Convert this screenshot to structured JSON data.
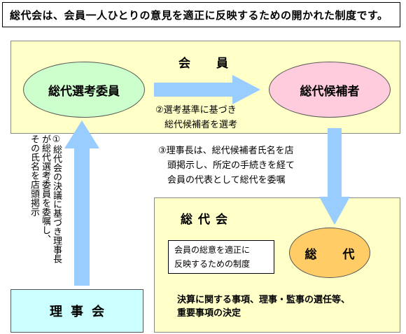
{
  "header": {
    "title": "総代会は、会員一人ひとりの意見を適正に反映するための開かれた制度です。"
  },
  "member_panel": {
    "heading": "会　員",
    "committee_label": "総代選考委員",
    "candidate_label": "総代候補者"
  },
  "notes": {
    "note1": "①総代会の決議に基づき理事長\nが総代選考委員を委嘱し、\nその氏名を店頭掲示",
    "note2": "②選考基準に基づき\n　総代候補者を選考",
    "note3": "③理事長は、総代候補者氏名を店\n　頭掲示し、所定の手続きを経て\n　会員の代表として総代を委嘱"
  },
  "board": {
    "label": "理事会"
  },
  "assembly": {
    "heading": "総代会",
    "purpose": "会員の総意を適正に\n反映するための制度",
    "delegate_label": "総　代",
    "duties": "決算に関する事項、理事・監事の選任等、\n重要事項の決定"
  },
  "colors": {
    "arrow": "#99ccff",
    "member_panel": "#ffffc8",
    "committee": "#ccffcc",
    "candidate": "#ffccdd",
    "delegate": "#ffcc66",
    "board": "#ccffff"
  }
}
